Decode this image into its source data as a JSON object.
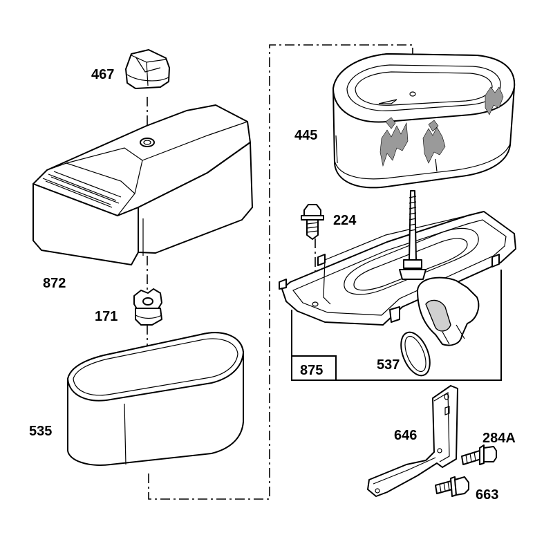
{
  "labels": {
    "p467": "467",
    "p872": "872",
    "p171": "171",
    "p535": "535",
    "p445": "445",
    "p224": "224",
    "p875": "875",
    "p537": "537",
    "p646": "646",
    "p284A": "284A",
    "p663": "663"
  }
}
